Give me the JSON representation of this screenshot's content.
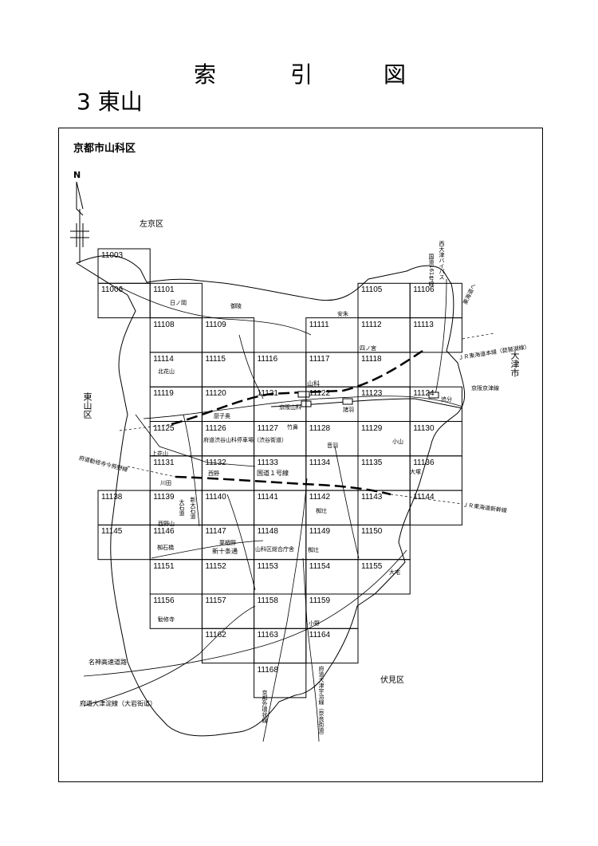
{
  "page": {
    "title_chars": [
      "索",
      "引",
      "図"
    ],
    "subtitle": "3 東山"
  },
  "map": {
    "region_title": "京都市山科区",
    "north_label": "N",
    "cells": [
      {
        "id": "11003",
        "col": 0,
        "row": 0
      },
      {
        "id": "11006",
        "col": 0,
        "row": 1
      },
      {
        "id": "11101",
        "col": 1,
        "row": 1
      },
      {
        "id": "11105",
        "col": 5,
        "row": 1
      },
      {
        "id": "11106",
        "col": 6,
        "row": 1
      },
      {
        "id": "11108",
        "col": 1,
        "row": 2
      },
      {
        "id": "11109",
        "col": 2,
        "row": 2
      },
      {
        "id": "11111",
        "col": 4,
        "row": 2
      },
      {
        "id": "11112",
        "col": 5,
        "row": 2
      },
      {
        "id": "11113",
        "col": 6,
        "row": 2
      },
      {
        "id": "11114",
        "col": 1,
        "row": 3
      },
      {
        "id": "11115",
        "col": 2,
        "row": 3
      },
      {
        "id": "11116",
        "col": 3,
        "row": 3
      },
      {
        "id": "11117",
        "col": 4,
        "row": 3
      },
      {
        "id": "11118",
        "col": 5,
        "row": 3
      },
      {
        "id": "11119",
        "col": 1,
        "row": 4
      },
      {
        "id": "11120",
        "col": 2,
        "row": 4
      },
      {
        "id": "11121",
        "col": 3,
        "row": 4
      },
      {
        "id": "11122",
        "col": 4,
        "row": 4
      },
      {
        "id": "11123",
        "col": 5,
        "row": 4
      },
      {
        "id": "11124",
        "col": 6,
        "row": 4
      },
      {
        "id": "11125",
        "col": 1,
        "row": 5
      },
      {
        "id": "11126",
        "col": 2,
        "row": 5
      },
      {
        "id": "11127",
        "col": 3,
        "row": 5
      },
      {
        "id": "11128",
        "col": 4,
        "row": 5
      },
      {
        "id": "11129",
        "col": 5,
        "row": 5
      },
      {
        "id": "11130",
        "col": 6,
        "row": 5
      },
      {
        "id": "11131",
        "col": 1,
        "row": 6
      },
      {
        "id": "11132",
        "col": 2,
        "row": 6
      },
      {
        "id": "11133",
        "col": 3,
        "row": 6
      },
      {
        "id": "11134",
        "col": 4,
        "row": 6
      },
      {
        "id": "11135",
        "col": 5,
        "row": 6
      },
      {
        "id": "11136",
        "col": 6,
        "row": 6
      },
      {
        "id": "11138",
        "col": 0,
        "row": 7
      },
      {
        "id": "11139",
        "col": 1,
        "row": 7
      },
      {
        "id": "11140",
        "col": 2,
        "row": 7
      },
      {
        "id": "11141",
        "col": 3,
        "row": 7
      },
      {
        "id": "11142",
        "col": 4,
        "row": 7
      },
      {
        "id": "11143",
        "col": 5,
        "row": 7
      },
      {
        "id": "11144",
        "col": 6,
        "row": 7
      },
      {
        "id": "11145",
        "col": 0,
        "row": 8
      },
      {
        "id": "11146",
        "col": 1,
        "row": 8
      },
      {
        "id": "11147",
        "col": 2,
        "row": 8
      },
      {
        "id": "11148",
        "col": 3,
        "row": 8
      },
      {
        "id": "11149",
        "col": 4,
        "row": 8
      },
      {
        "id": "11150",
        "col": 5,
        "row": 8
      },
      {
        "id": "11151",
        "col": 1,
        "row": 9
      },
      {
        "id": "11152",
        "col": 2,
        "row": 9
      },
      {
        "id": "11153",
        "col": 3,
        "row": 9
      },
      {
        "id": "11154",
        "col": 4,
        "row": 9
      },
      {
        "id": "11155",
        "col": 5,
        "row": 9
      },
      {
        "id": "11156",
        "col": 1,
        "row": 10
      },
      {
        "id": "11157",
        "col": 2,
        "row": 10
      },
      {
        "id": "11158",
        "col": 3,
        "row": 10
      },
      {
        "id": "11159",
        "col": 4,
        "row": 10
      },
      {
        "id": "11162",
        "col": 2,
        "row": 11
      },
      {
        "id": "11163",
        "col": 3,
        "row": 11
      },
      {
        "id": "11164",
        "col": 4,
        "row": 11
      },
      {
        "id": "11168",
        "col": 3,
        "row": 12
      }
    ],
    "places": {
      "sakyo": "左京区",
      "higashiyama": "東山区",
      "otsu": "大津市",
      "fushimi": "伏見区",
      "hinooka": "日ノ岡",
      "misasagi": "御陵",
      "anshu": "安朱",
      "shinomiya": "四ノ宮",
      "kitakazan": "北花山",
      "yamashina": "山科",
      "zushioku": "厨子奥",
      "keihan_yamashina": "京阪山科",
      "morokazu": "諸羽",
      "oiwake": "追分",
      "keihan_keishin": "京阪京津線",
      "route_shibutani": "府道渋谷山科停車場（渋谷街道）",
      "takehana": "竹鼻",
      "otowa": "音羽",
      "koyama": "小山",
      "kamikazan": "上花山",
      "kawata": "川田",
      "nishino": "西野",
      "route1": "国道１号線",
      "otsuka": "大塚",
      "onoyama_tsuruga_line": "府道勧修寺今熊野線",
      "shinkansen": "ＪＲ東海道新幹線",
      "tokaido": "ＪＲ東海道本線（琵琶湖線）",
      "nishinoyama": "西野山",
      "oishi": "新大石道",
      "oishi2": "大石道",
      "nagi": "椥辻",
      "kuruso": "栗栖野",
      "shinjujo": "新十条通",
      "ward_office": "山科区総合庁舎",
      "tsuishi": "椥辻",
      "tsuishi_bridge": "椥石橋",
      "oyake": "大宅",
      "kanshuji": "勧修寺",
      "ono": "小野",
      "meishin": "名神高速道路",
      "otsu_yodo": "府道大津淀線（大岩街道）",
      "gaikan": "京都外環状線",
      "otsu_uji": "府道大津宇治線（奈良街道）",
      "route161": "国道161号線",
      "nishiotsu_bypass": "西大津バイパス",
      "tosando": "東海道へ"
    }
  }
}
